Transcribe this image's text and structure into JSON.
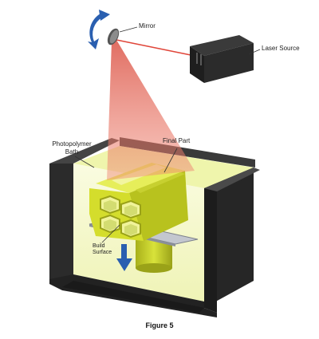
{
  "labels": {
    "mirror": "Mirror",
    "laser_source": "Laser Source",
    "bath_line1": "Photopolymer",
    "bath_line2": "Bath",
    "final_part": "Final Part",
    "build_line1": "Build",
    "build_line2": "Surface"
  },
  "caption": "Figure 5",
  "colors": {
    "tank": "#2b2b2b",
    "resin": "#e8f08a",
    "part": "#d6df2a",
    "laser": "#e0463a",
    "arrow": "#2a5fb0",
    "platform": "#b8bcc4"
  }
}
